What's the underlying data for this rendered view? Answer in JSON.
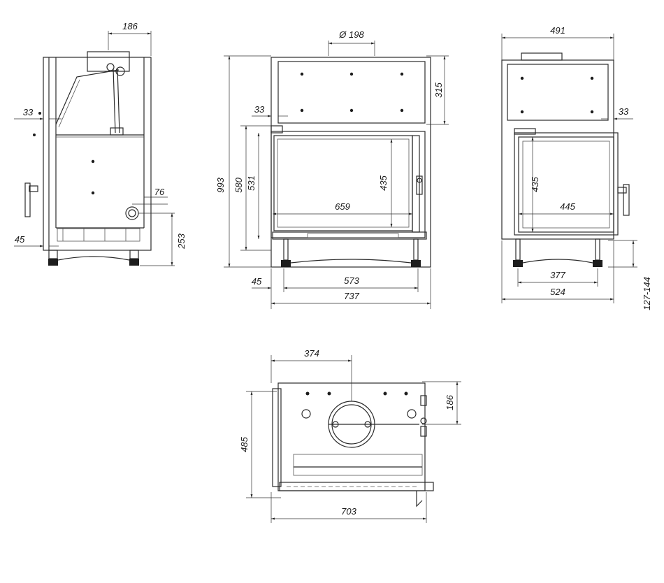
{
  "dimensions": {
    "side_top_width": "186",
    "side_left_offset": "33",
    "side_flue_offset": "76",
    "side_bottom_offset": "45",
    "side_flue_height": "253",
    "front_flue_diameter": "Ø 198",
    "front_top_height": "315",
    "front_left_offset": "33",
    "front_total_height": "993",
    "front_door_height": "580",
    "front_glass_height_outer": "531",
    "front_glass_height": "435",
    "front_glass_width": "659",
    "front_bottom_offset": "45",
    "front_leg_span": "573",
    "front_total_width": "737",
    "right_total_width": "491",
    "right_offset": "33",
    "right_glass_height": "435",
    "right_glass_width": "445",
    "right_leg_span": "377",
    "right_base_width": "524",
    "right_leg_height": "127-144",
    "top_flue_offset": "374",
    "top_flue_depth": "186",
    "top_depth": "485",
    "top_width": "703"
  }
}
